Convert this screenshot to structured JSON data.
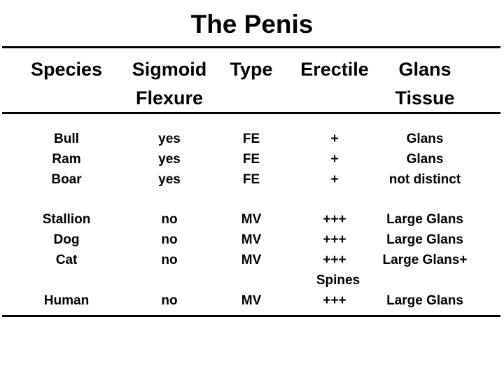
{
  "slide": {
    "title": "The Penis",
    "background_color": "#ffffff",
    "text_color": "#000000"
  },
  "table": {
    "columns": [
      {
        "key": "species",
        "label_line1": "Species",
        "label_line2": ""
      },
      {
        "key": "sigmoid",
        "label_line1": "Sigmoid",
        "label_line2": "Flexure"
      },
      {
        "key": "type",
        "label_line1": "Type",
        "label_line2": ""
      },
      {
        "key": "erectile",
        "label_line1": "Erectile",
        "label_line2": ""
      },
      {
        "key": "glans",
        "label_line1": "Glans",
        "label_line2": "Tissue"
      }
    ],
    "groups": [
      {
        "rows": [
          {
            "species": "Bull",
            "sigmoid": "yes",
            "type": "FE",
            "erectile": "+",
            "glans": "Glans"
          },
          {
            "species": "Ram",
            "sigmoid": "yes",
            "type": "FE",
            "erectile": "+",
            "glans": "Glans"
          },
          {
            "species": "Boar",
            "sigmoid": "yes",
            "type": "FE",
            "erectile": "+",
            "glans": "not distinct"
          }
        ]
      },
      {
        "rows": [
          {
            "species": "Stallion",
            "sigmoid": "no",
            "type": "MV",
            "erectile": "+++",
            "glans": "Large Glans"
          },
          {
            "species": "Dog",
            "sigmoid": "no",
            "type": "MV",
            "erectile": "+++",
            "glans": "Large Glans"
          },
          {
            "species": "Cat",
            "sigmoid": "no",
            "type": "MV",
            "erectile": "+++",
            "glans": "Large Glans+"
          }
        ],
        "continuation": "Spines"
      },
      {
        "rows": [
          {
            "species": "Human",
            "sigmoid": "no",
            "type": "MV",
            "erectile": "+++",
            "glans": "Large Glans"
          }
        ]
      }
    ]
  }
}
